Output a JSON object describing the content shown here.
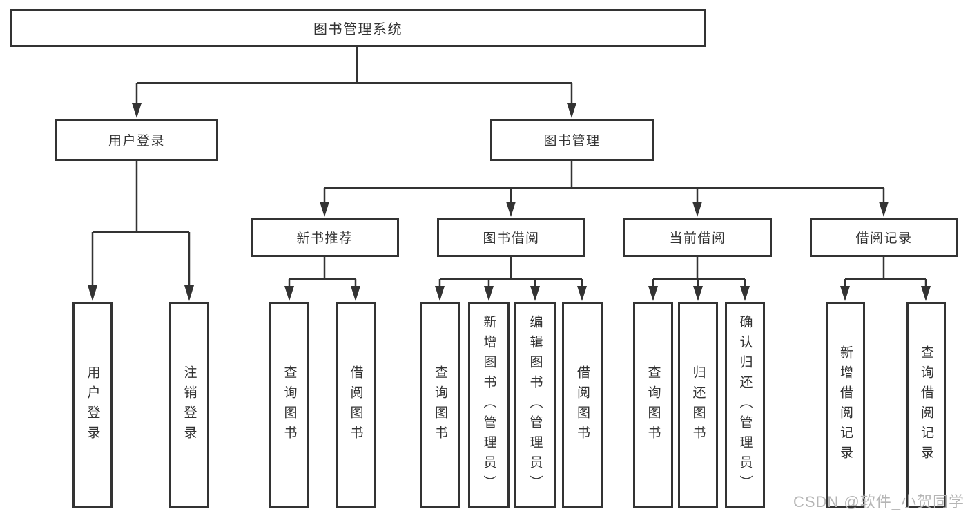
{
  "colors": {
    "line": "#333333",
    "text": "#333333",
    "box_background": "#ffffff",
    "watermark": "#b5b5b5"
  },
  "nodes": {
    "root": "图书管理系统",
    "level2": {
      "login": "用户登录",
      "management": "图书管理"
    },
    "login_children": [
      "用户登录",
      "注销登录"
    ],
    "groups": [
      {
        "label": "新书推荐",
        "children": [
          "查询图书",
          "借阅图书"
        ]
      },
      {
        "label": "图书借阅",
        "children": [
          "查询图书",
          "新增图书（管理员）",
          "编辑图书（管理员）",
          "借阅图书"
        ]
      },
      {
        "label": "当前借阅",
        "children": [
          "查询图书",
          "归还图书",
          "确认归还（管理员）"
        ]
      },
      {
        "label": "借阅记录",
        "children": [
          "新增借阅记录",
          "查询借阅记录"
        ]
      }
    ]
  },
  "watermark": "CSDN @软件_小贺同学"
}
